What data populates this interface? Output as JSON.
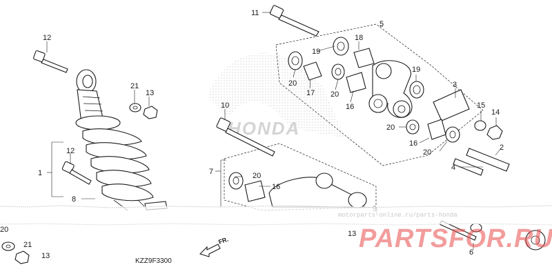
{
  "diagram": {
    "code": "KZZ9F3300",
    "direction_label": "FR.",
    "logo_text": "HONDA",
    "callouts": [
      {
        "id": "c1",
        "text": "1"
      },
      {
        "id": "c2",
        "text": "2"
      },
      {
        "id": "c3",
        "text": "3"
      },
      {
        "id": "c4",
        "text": "4"
      },
      {
        "id": "c5",
        "text": "5"
      },
      {
        "id": "c6",
        "text": "6"
      },
      {
        "id": "c7",
        "text": "7"
      },
      {
        "id": "c8",
        "text": "8"
      },
      {
        "id": "c9",
        "text": "9"
      },
      {
        "id": "c10",
        "text": "10"
      },
      {
        "id": "c11",
        "text": "11"
      },
      {
        "id": "c12a",
        "text": "12"
      },
      {
        "id": "c12b",
        "text": "12"
      },
      {
        "id": "c13a",
        "text": "13"
      },
      {
        "id": "c13b",
        "text": "13"
      },
      {
        "id": "c13c",
        "text": "13"
      },
      {
        "id": "c14",
        "text": "14"
      },
      {
        "id": "c15",
        "text": "15"
      },
      {
        "id": "c16a",
        "text": "16"
      },
      {
        "id": "c16b",
        "text": "16"
      },
      {
        "id": "c16c",
        "text": "16"
      },
      {
        "id": "c17",
        "text": "17"
      },
      {
        "id": "c18",
        "text": "18"
      },
      {
        "id": "c19a",
        "text": "19"
      },
      {
        "id": "c19b",
        "text": "19"
      },
      {
        "id": "c20a",
        "text": "20"
      },
      {
        "id": "c20b",
        "text": "20"
      },
      {
        "id": "c20c",
        "text": "20"
      },
      {
        "id": "c20d",
        "text": "20"
      },
      {
        "id": "c20e",
        "text": "20"
      },
      {
        "id": "c20f",
        "text": "20"
      },
      {
        "id": "c21a",
        "text": "21"
      },
      {
        "id": "c21b",
        "text": "21"
      }
    ]
  },
  "watermark": {
    "brand": "PARTSFOR.RU",
    "url": "motorparts-online.ru/parts-honda"
  }
}
